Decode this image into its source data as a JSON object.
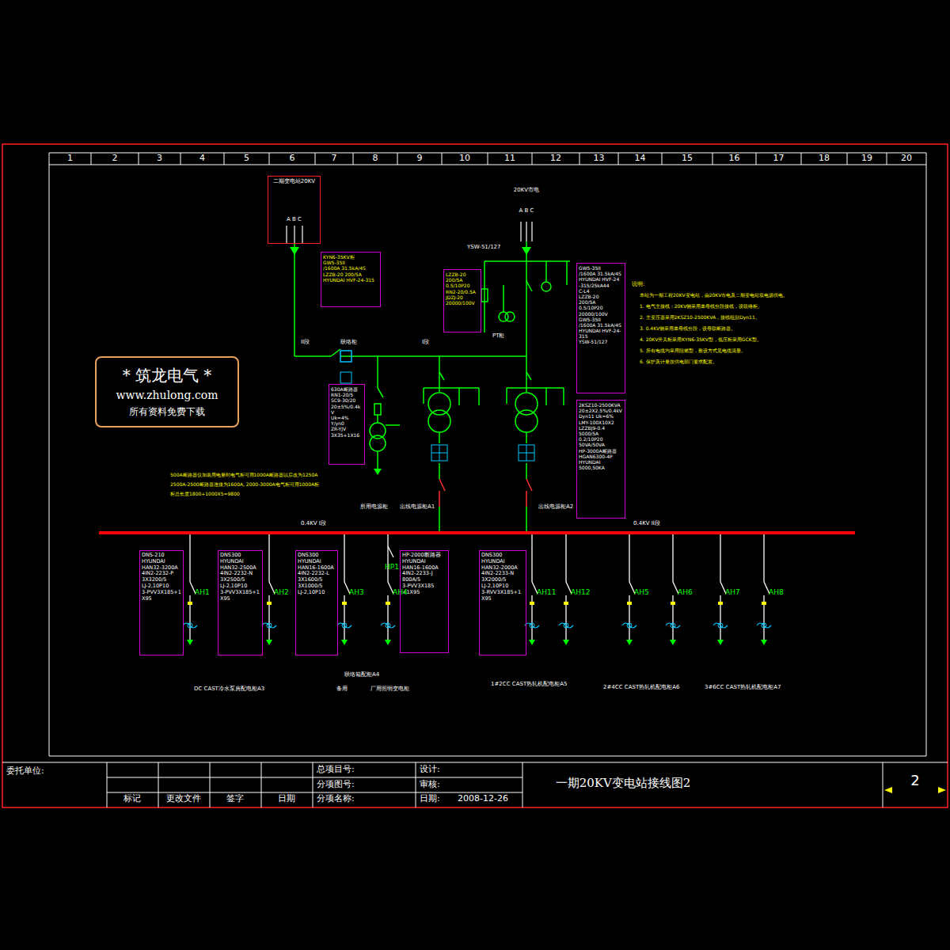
{
  "diagram": {
    "title": "一期20KV变电站接线图2",
    "nodes": [
      {
        "text": [
          "二期变电站20KV",
          "A B C"
        ]
      },
      {
        "text": [
          "* 筑龙电气 *",
          "www.zhulong.com",
          "所有资料免费下载"
        ]
      },
      {
        "text": [
          "KYN6-35KV柜",
          "GW5-35II",
          "/1600A 31.5kA/4S",
          "LZZB-20 200/5A",
          "HYUNDAI HVF-24-315"
        ]
      },
      {
        "text": [
          "LZZB-20",
          "200/5A",
          "0.5/10P20",
          "RN2-20/0.5A",
          "JDZJ-20",
          "20000/100V"
        ]
      },
      {
        "text": [
          "GW5-35II",
          "/1600A 31.5kA/4S",
          "HYUNDAI HVF-24",
          "-315/25kA44",
          "C-L4",
          "LZZB-20",
          "200/5A",
          "0.5/10P20",
          "20000/100V",
          "GW5-35II",
          "/1600A 31.5kA/4S",
          "HYUNDAI HVF-24-315",
          "YSW-51/127"
        ]
      },
      {
        "text": [
          "2KSZ10-2500KVA",
          "20±2X2.5%/0.4kV",
          "Dyn11 Uk=6%",
          "LMY-100X10X2",
          "LZZBJ9-0.4",
          "5000/5A",
          "0.2/10P20",
          "50VA/50VA",
          "HP-3000A断路器",
          "HGAN6300-4P",
          "HYUNDAI",
          "5000,50KA"
        ]
      },
      {
        "text": [
          "630A断路器",
          "RN1-20/5",
          "SC9-30/20",
          "20±5%/0.4kV",
          "Uk=4%",
          "Y/yn0",
          "ZR-YJV",
          "3X35+1X16"
        ]
      },
      {
        "text": [
          "DNS-210",
          "HYUNDAI",
          "HAN32-3200A",
          "4IN2-2232-P",
          "3X3200/5",
          "LJ-2,10P10",
          "3-PVV3X185+1",
          "X95"
        ]
      },
      {
        "text": [
          "DNS300",
          "HYUNDAI",
          "HAN32-2500A",
          "4IN2-2232-N",
          "3X2500/5",
          "LJ-2,10P10",
          "3-PVV3X185+1",
          "X95"
        ]
      },
      {
        "text": [
          "DNS300",
          "HYUNDAI",
          "HAN16-1600A",
          "4IN2-2232-L",
          "3X1600/5",
          "3X1000/5",
          "LJ-2,10P10"
        ]
      },
      {
        "text": [
          "HP-2000断路器",
          "HYUNDAI",
          "HAN16-1600A",
          "4IN2-2233-J",
          "800A/5",
          "3-PVV3X185",
          "+1X95"
        ]
      },
      {
        "text": [
          "DNS300",
          "HYUNDAI",
          "HAN32-2000A",
          "4IN2-2233-N",
          "3X2000/5",
          "LJ-2,10P10",
          "3-RVV3X185+1",
          "X95"
        ]
      }
    ],
    "labels": [
      "1",
      "2",
      "3",
      "4",
      "5",
      "6",
      "7",
      "8",
      "9",
      "10",
      "11",
      "12",
      "13",
      "14",
      "15",
      "16",
      "17",
      "18",
      "19",
      "20",
      "20KV市电",
      "A B C",
      "YSW-51/127",
      "II段",
      "联络柜",
      "I段",
      "PT柜",
      "500A断路器仅加装用电量时电气柜可用1000A断路器以后改为1250A",
      "2500A-2500断路器连接为1600A, 2000-3000A电气柜可用1000A柜",
      "柜总长度1800+1000X5=9800",
      "所用电源柜",
      "出线电源柜A1",
      "出线电源柜A2",
      "0.4KV I段",
      "0.4KV II段",
      "AH1",
      "AH2",
      "AH3",
      "AH4",
      "HP1",
      "AH11",
      "AH12",
      "AH5",
      "AH6",
      "AH7",
      "AH8",
      "联络箱配柜A4",
      "DC CAST冷水泵房配电柜A3",
      "备用",
      "厂用照明变电柜",
      "1#2CC CAST热轧机配电柜A5",
      "2#4CC CAST热轧机配电柜A6",
      "3#6CC CAST热轧机配电柜A7",
      "说明:",
      "本站为一期工程20KV变电站，由20KV市电及二期变电站双电源供电。",
      "1. 电气主接线：20KV侧采用单母线分段接线，设联络柜。",
      "2. 主变压器采用2KSZ10-2500KVA，接线组别Dyn11。",
      "3. 0.4KV侧采用单母线分段，设母联断路器。",
      "4. 20KV开关柜采用KYN6-35KV型，低压柜采用GCK型。",
      "5. 所有电缆均采用阻燃型，敷设方式见电缆清册。",
      "6. 保护及计量按供电部门要求配置。",
      "委托单位:",
      "标记",
      "更改文件",
      "签字",
      "日期",
      "总项目号:",
      "分项图号:",
      "分项名称:",
      "设计:",
      "审核:",
      "日期:",
      "2008-12-26",
      "2"
    ]
  }
}
